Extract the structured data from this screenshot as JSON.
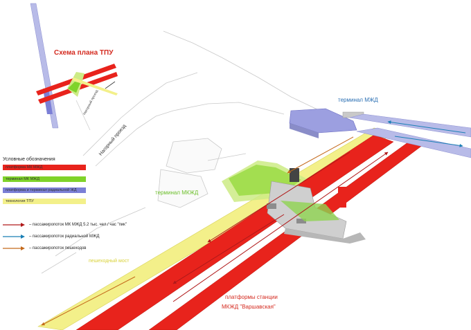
{
  "scheme": {
    "title": "Схема плана ТПУ",
    "road_label": "Нагорный проезд"
  },
  "map_labels": {
    "road": "Нагорный проезд",
    "terminal_mzhd": "терминал МЖД",
    "terminal_mkzhd": "терминал МКЖД",
    "bridge": "пешеходный мост",
    "platforms_line1": "платформы станции",
    "platforms_line2": "МКЖД \"Варшавская\""
  },
  "legend": {
    "title": "Условные обозначения",
    "items": [
      {
        "label": "платформа МК МЖД",
        "color": "#e8231c"
      },
      {
        "label": "терминал МК МЖД",
        "color": "#7fd32a"
      },
      {
        "label": "платформа и терминал радиальной ЖД",
        "color": "#7b7fd6"
      },
      {
        "label": "технология ТПУ",
        "color": "#f3f08a"
      }
    ]
  },
  "flows": [
    {
      "label": "– пассажиропоток МК МЖД  5.2 тыс. чел./ час \"пик\"",
      "color": "#b0191a"
    },
    {
      "label": "– пассажиропоток радиальной МЖД",
      "color": "#1a7fb5"
    },
    {
      "label": "– пассажиропоток пешеходов",
      "color": "#c4691b"
    }
  ],
  "colors": {
    "platform_red": "#e8231c",
    "terminal_green": "#7fd32a",
    "radial_blue": "#7b7fd6",
    "tpu_yellow": "#f3f08a",
    "title_red": "#d42a1f",
    "label_blue": "#2a6fb3",
    "label_green": "#6cbf2a",
    "label_yellow": "#d9d23a"
  }
}
